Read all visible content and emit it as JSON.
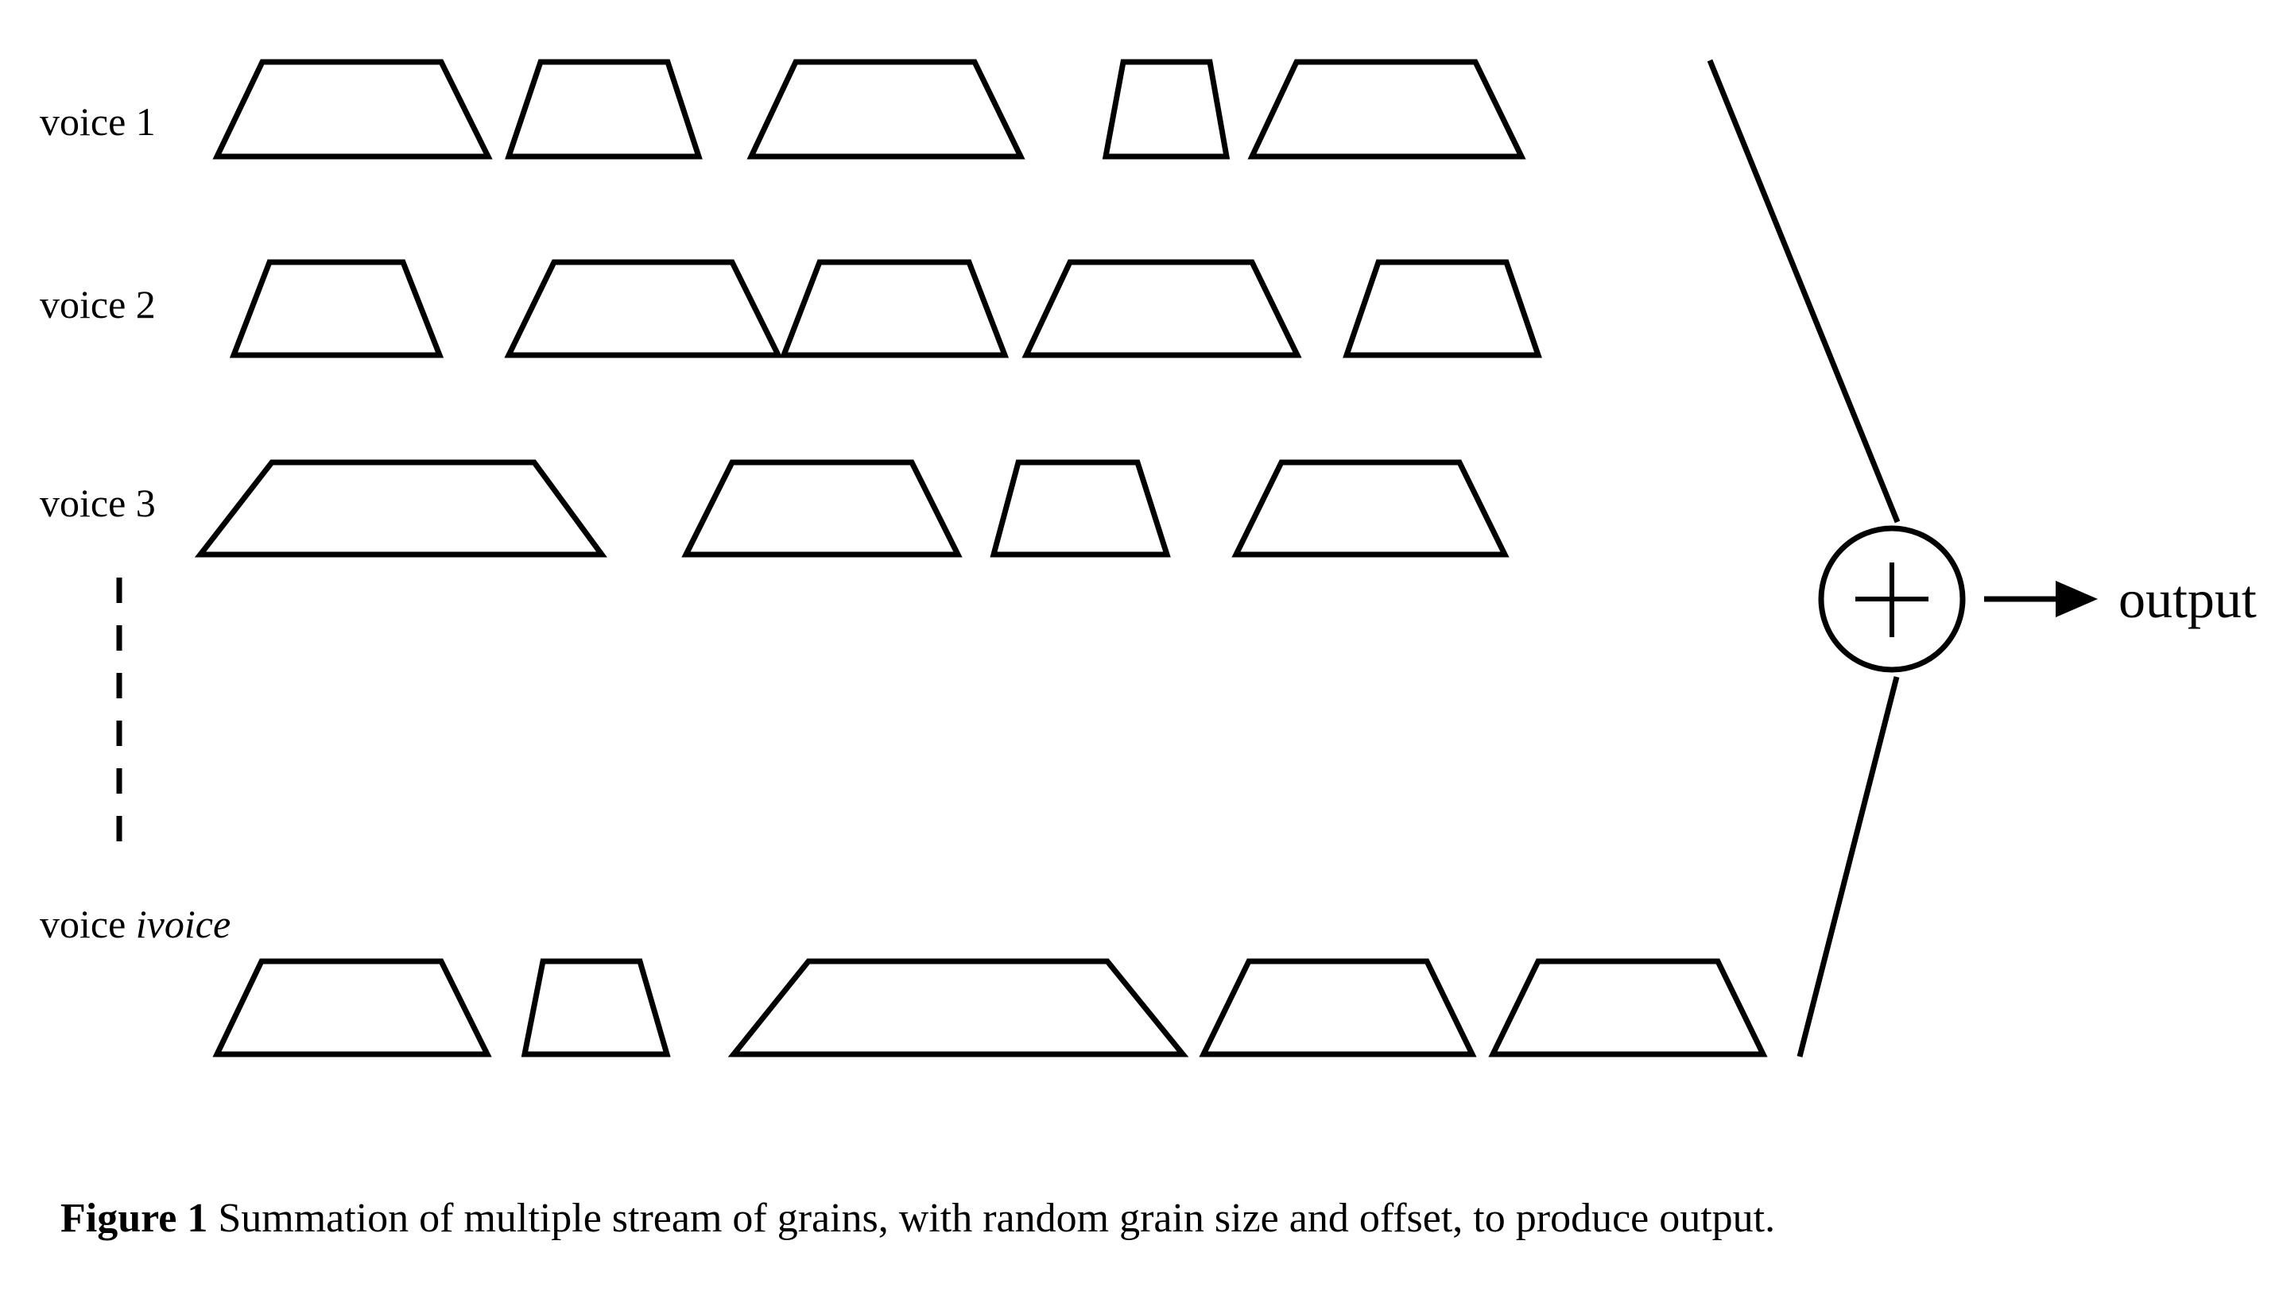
{
  "voices": [
    {
      "name": "voice 1"
    },
    {
      "name": "voice 2"
    },
    {
      "name": "voice 3"
    },
    {
      "name_prefix": "voice ",
      "name_index": "ivoice"
    }
  ],
  "sum_symbol": "+",
  "output_label": "output",
  "caption": {
    "label": "Figure 1",
    "text": " Summation of multiple stream of grains, with random grain size and offset, to produce output."
  }
}
